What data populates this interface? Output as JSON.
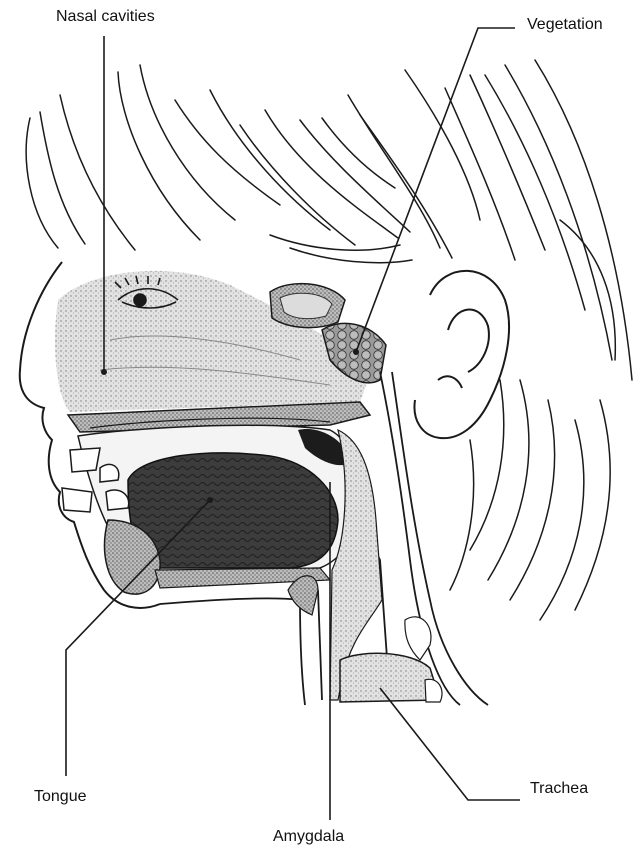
{
  "labels": {
    "nasal_cavities": "Nasal cavities",
    "vegetation": "Vegetation",
    "tongue": "Tongue",
    "amygdala": "Amygdala",
    "trachea": "Trachea"
  },
  "colors": {
    "ink": "#1a1a1a",
    "stipple_light": "#d4d4d4",
    "stipple_mid": "#a9a9a9",
    "stipple_dark": "#4a4a4a",
    "background": "#ffffff"
  }
}
